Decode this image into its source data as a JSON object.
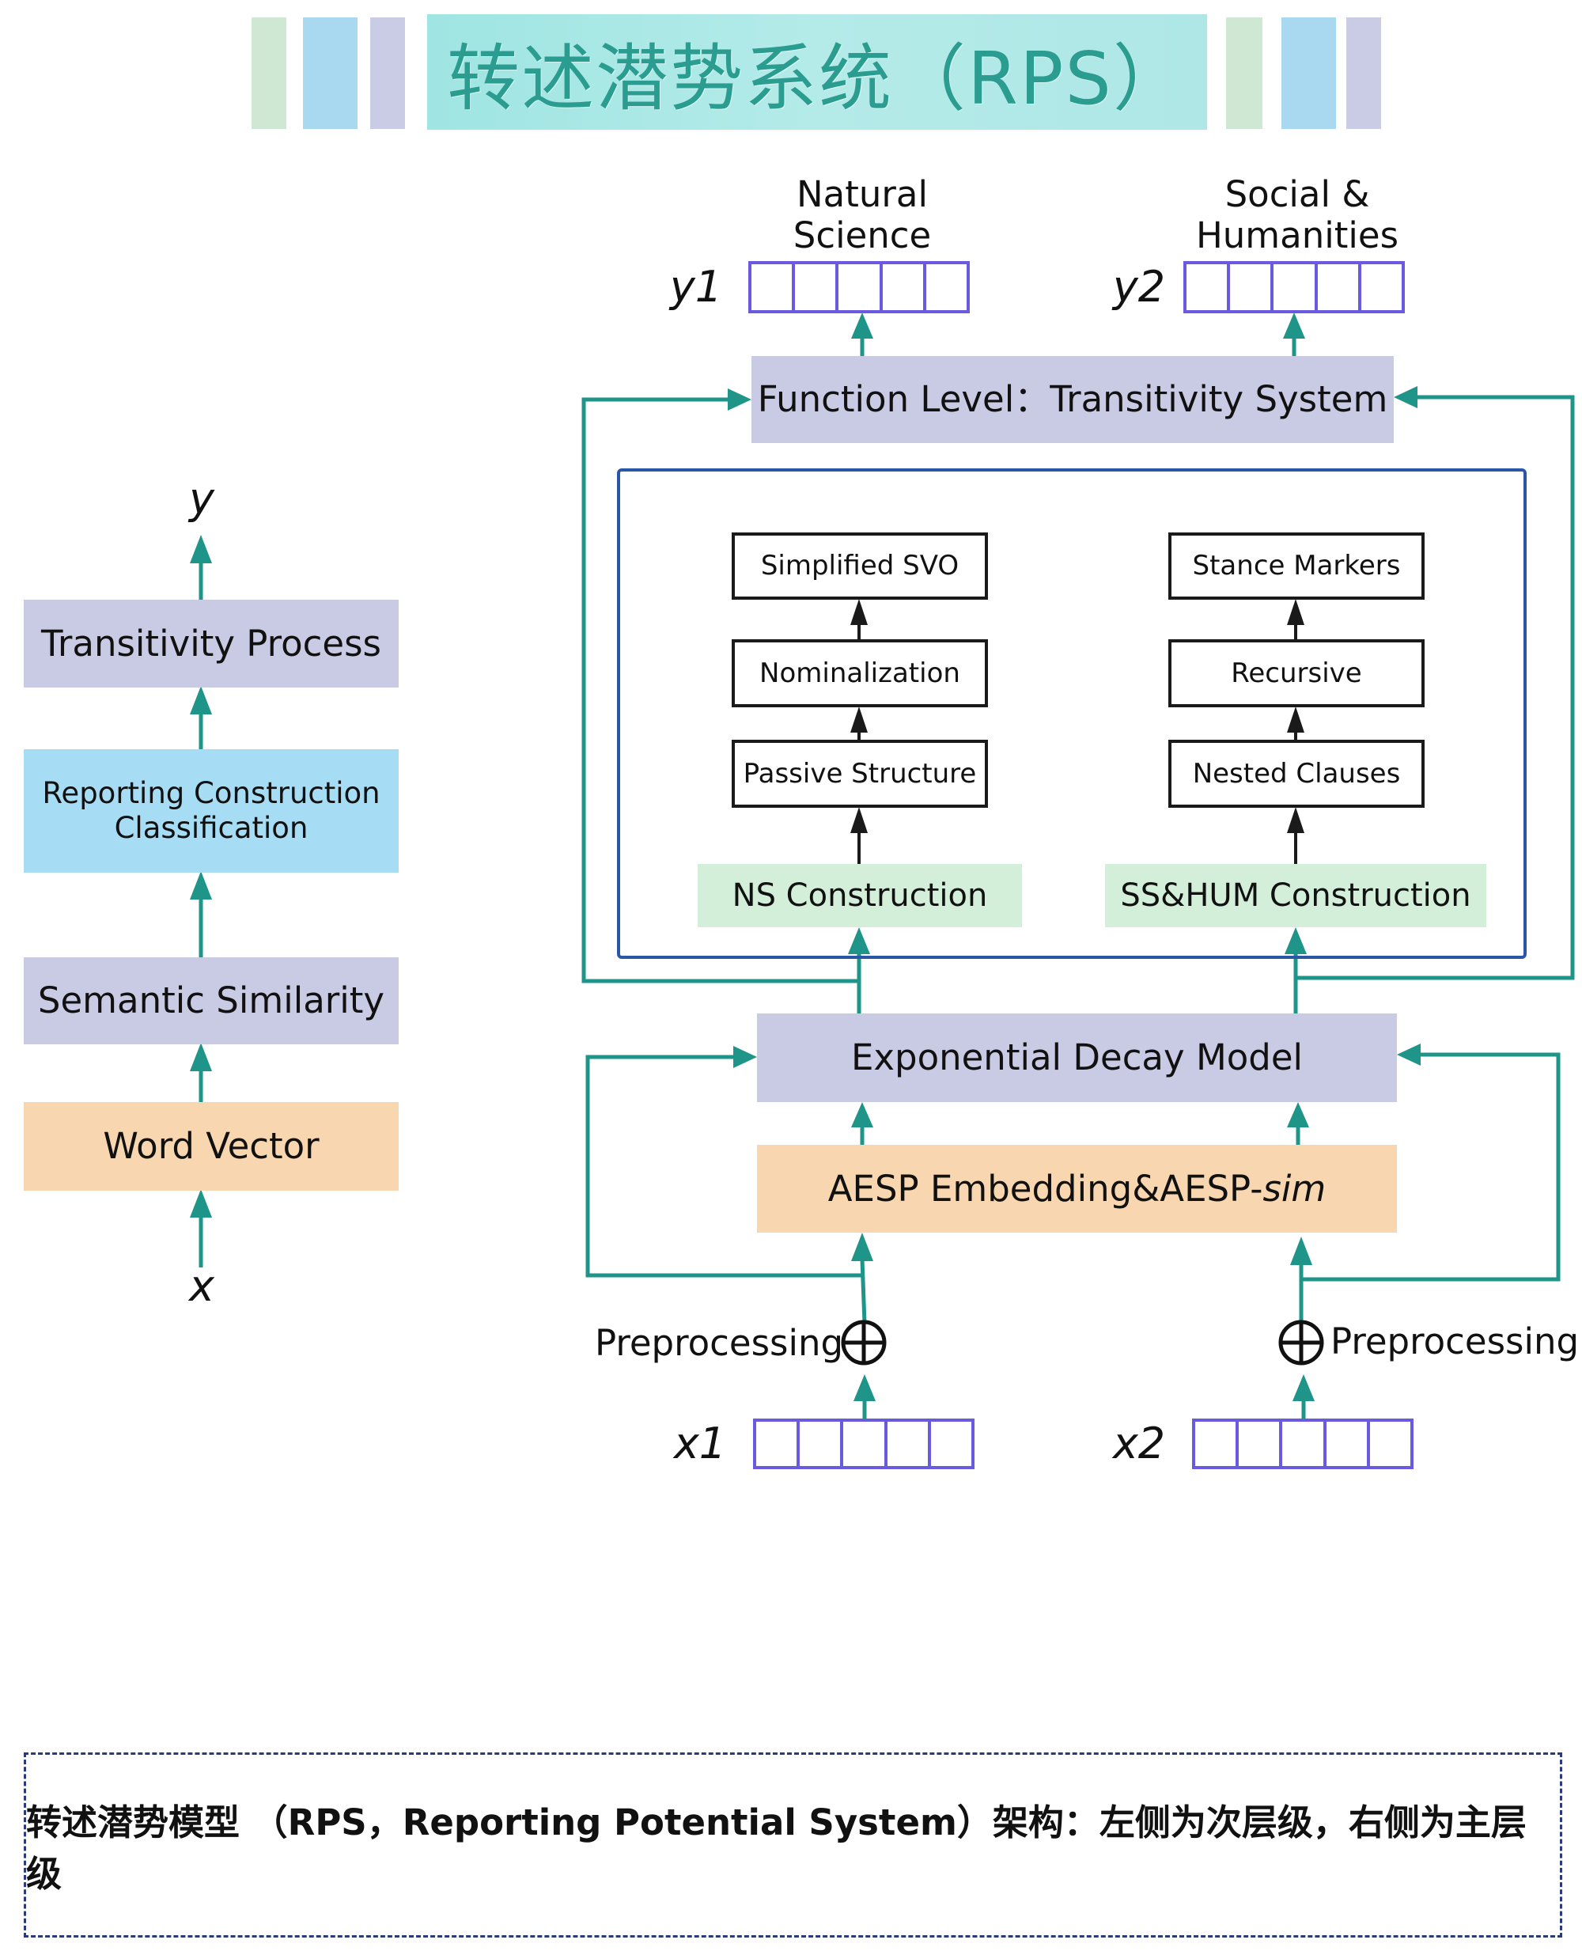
{
  "header": {
    "title": "转述潜势系统（RPS）",
    "left_bar_colors": [
      "#cfe8d3",
      "#a9d8f1",
      "#cacbe5"
    ],
    "right_bar_colors": [
      "#cfe8d3",
      "#a9d8f1",
      "#cacbe5"
    ]
  },
  "left_column": {
    "output_label": "y",
    "input_label": "x",
    "boxes": [
      {
        "label": "Transitivity Process",
        "color": "#c9cae3"
      },
      {
        "label": "Reporting Construction\nClassification",
        "color": "#a6dcf4"
      },
      {
        "label": "Semantic Similarity",
        "color": "#c9cae3"
      },
      {
        "label": "Word Vector",
        "color": "#f8d7b0"
      }
    ]
  },
  "right_column": {
    "outputs": [
      {
        "name": "y1",
        "category": "Natural\nScience",
        "cells": 5
      },
      {
        "name": "y2",
        "category": "Social &\nHumanities",
        "cells": 5
      }
    ],
    "function_level": "Function Level：Transitivity System",
    "ns_stack": {
      "base": "NS Construction",
      "items": [
        "Passive Structure",
        "Nominalization",
        "Simplified SVO"
      ]
    },
    "sshum_stack": {
      "base": "SS&HUM Construction",
      "items": [
        "Nested Clauses",
        "Recursive",
        "Stance Markers"
      ]
    },
    "decay_model": "Exponential Decay Model",
    "embedding": {
      "prefix": "AESP Embedding&AESP-",
      "suffix_italic": "sim"
    },
    "preprocessing_left": "Preprocessing",
    "preprocessing_right": "Preprocessing",
    "inputs": [
      {
        "name": "x1",
        "cells": 5
      },
      {
        "name": "x2",
        "cells": 5
      }
    ]
  },
  "colors": {
    "teal_arrow": "#1f9488",
    "panel_border": "#2a56a8",
    "vector_border": "#6a5ae0",
    "caption_border": "#2b3a7a"
  },
  "caption": "转述潜势模型 （RPS，Reporting Potential System）架构：左侧为次层级，右侧为主层级"
}
